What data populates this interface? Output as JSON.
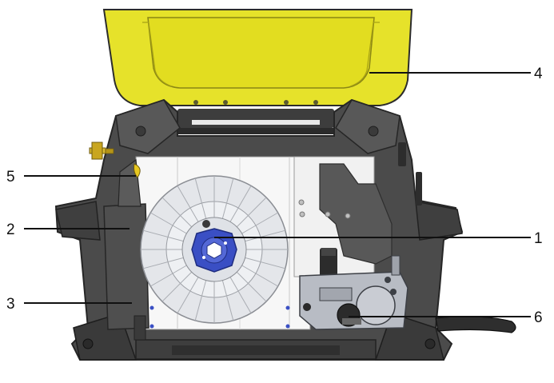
{
  "callouts": [
    {
      "id": "lid",
      "number": "4"
    },
    {
      "id": "gas-connector",
      "number": "5"
    },
    {
      "id": "spool-hub",
      "number": "1"
    },
    {
      "id": "side-panel",
      "number": "2"
    },
    {
      "id": "panel-latch",
      "number": "3"
    },
    {
      "id": "wire-feeder",
      "number": "6"
    }
  ],
  "colors": {
    "lid_yellow": "#e6e22a",
    "lid_yellow_dark": "#c9c414",
    "frame_dark": "#4a4a4a",
    "frame_mid": "#6b6b6b",
    "interior_white": "#f7f7f7",
    "hub_blue": "#3a4fc4",
    "spool_grey": "#e4e6ea",
    "feeder_grey": "#b8bcc4",
    "gas_brass": "#d8b830"
  },
  "icons": [
    "welder-machine-illustration"
  ]
}
